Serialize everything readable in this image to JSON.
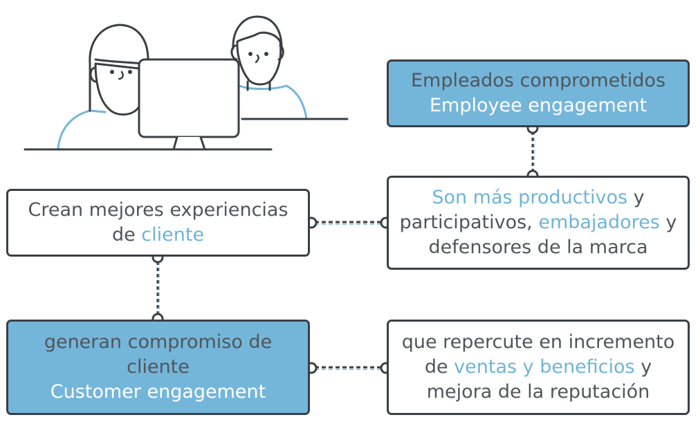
{
  "colors": {
    "outline": "#3a3f44",
    "accent_blue": "#74b6da",
    "highlight_text": "#6fb4d8",
    "body_text": "#50555a",
    "white": "#ffffff"
  },
  "illustration": {
    "name": "two-people-at-computer-illustration",
    "description_icon": "people-computer-icon"
  },
  "boxes": {
    "employee": {
      "line1": "Empleados comprometidos",
      "line2": "Employee engagement"
    },
    "productive": {
      "p1": "Son más productivos",
      "p2": " y",
      "p3": "participativos, ",
      "p4": "embajadores",
      "p5": " y",
      "p6": "defensores de la marca"
    },
    "experience": {
      "line1": "Crean mejores experiencias",
      "p2a": "de ",
      "p2b": "cliente"
    },
    "customer": {
      "line1": "generan compromiso de",
      "line2": "cliente",
      "line3": "Customer engagement"
    },
    "sales": {
      "line1": "que repercute en incremento",
      "p2a": "de ",
      "p2b": "ventas y beneficios",
      "p2c": " y",
      "line3": "mejora de la reputación"
    }
  }
}
